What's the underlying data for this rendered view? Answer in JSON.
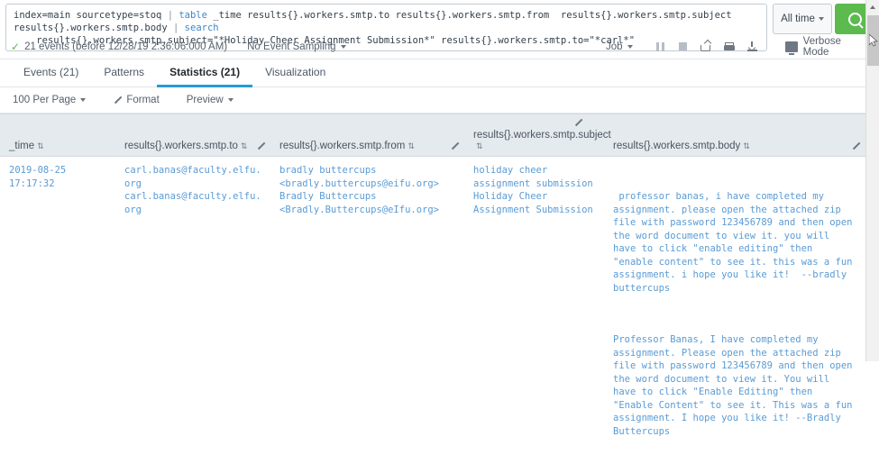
{
  "search": {
    "query_line1_pre": "index=main sourcetype=stoq ",
    "query_pipe1": "| ",
    "query_cmd1": "table",
    "query_line1_post": " _time results{}.workers.smtp.to results{}.workers.smtp.from ",
    "query_line2": "    results{}.workers.smtp.subject=\"*Holiday Cheer Assignment Submission*\" results{}.workers.smtp.to=\"*carl*\"",
    "query_mid": " results{}.workers.smtp.subject results{}.workers.smtp.body ",
    "query_pipe2": "| ",
    "query_cmd2": "search",
    "full_query": "index=main sourcetype=stoq | table _time results{}.workers.smtp.to results{}.workers.smtp.from  results{}.workers.smtp.subject results{}.workers.smtp.body | search\n    results{}.workers.smtp.subject=\"*Holiday Cheer Assignment Submission*\" results{}.workers.smtp.to=\"*carl*\"",
    "time_range_label": "All time",
    "search_button_icon": "search-icon",
    "accent_green": "#5cba4f",
    "accent_blue": "#259ad6"
  },
  "job_bar": {
    "events_summary": "21 events (before 12/28/19 2:36:06.000 AM)",
    "sampling_label": "No Event Sampling",
    "job_label": "Job",
    "controls": [
      {
        "name": "pause-button",
        "icon": "pause-icon"
      },
      {
        "name": "stop-button",
        "icon": "stop-icon"
      },
      {
        "name": "share-button",
        "icon": "share-icon"
      },
      {
        "name": "print-button",
        "icon": "print-icon"
      },
      {
        "name": "export-button",
        "icon": "export-icon"
      }
    ],
    "mode_label": "Verbose Mode"
  },
  "tabs": [
    {
      "label": "Events (21)",
      "active": false
    },
    {
      "label": "Patterns",
      "active": false
    },
    {
      "label": "Statistics (21)",
      "active": true
    },
    {
      "label": "Visualization",
      "active": false
    }
  ],
  "format_bar": {
    "per_page_label": "100 Per Page",
    "format_label": "Format",
    "preview_label": "Preview"
  },
  "table": {
    "sort_glyph": "⇅",
    "columns": [
      {
        "key": "time",
        "label": "_time",
        "editable": false
      },
      {
        "key": "to",
        "label": "results{}.workers.smtp.to",
        "editable": true
      },
      {
        "key": "from",
        "label": "results{}.workers.smtp.from",
        "editable": true
      },
      {
        "key": "subject",
        "label": "results{}.workers.smtp.subject",
        "editable": true
      },
      {
        "key": "body",
        "label": "results{}.workers.smtp.body",
        "editable": true
      }
    ],
    "rows": [
      {
        "time": "2019-08-25 17:17:32",
        "to": "carl.banas@faculty.elfu.org\ncarl.banas@faculty.elfu.org",
        "from": "bradly buttercups\n<bradly.buttercups@eifu.org>\nBradly Buttercups\n<Bradly.Buttercups@eIfu.org>",
        "subject": "holiday cheer assignment submission\nHoliday Cheer Assignment Submission",
        "body_paragraphs": [
          " professor banas, i have completed my assignment. please open the attached zip file with password 123456789 and then open the word document to view it. you will have to click \"enable editing\" then \"enable content\" to see it. this was a fun assignment. i hope you like it!  --bradly buttercups",
          "Professor Banas, I have completed my assignment. Please open the attached zip file with password 123456789 and then open the word document to view it. You will have to click \"Enable Editing\" then \"Enable Content\" to see it. This was a fun assignment. I hope you like it! --Bradly Buttercups"
        ]
      }
    ]
  }
}
